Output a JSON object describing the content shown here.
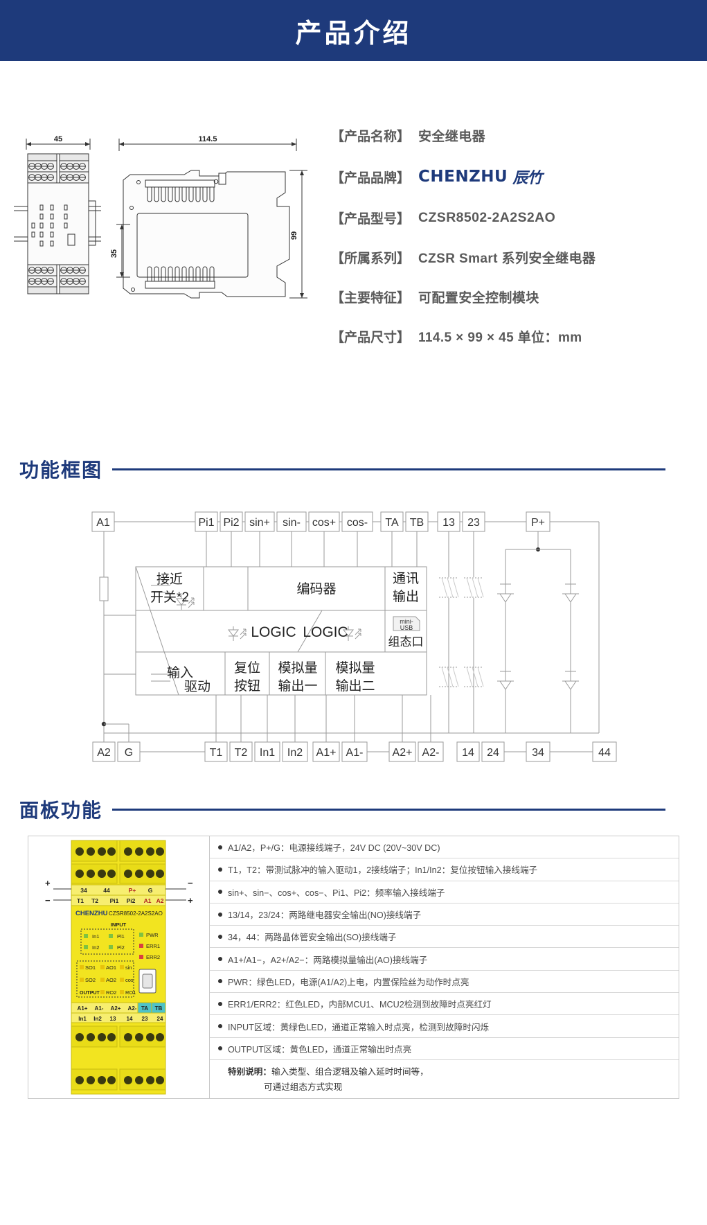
{
  "header": {
    "title": "产品介绍"
  },
  "product": {
    "specs": [
      {
        "label": "【产品名称】",
        "value": "安全继电器",
        "type": "text"
      },
      {
        "label": "【产品品牌】",
        "value": "CHENZHU 辰竹",
        "type": "logo",
        "brand_en": "CHENZHU",
        "brand_cn": "辰竹"
      },
      {
        "label": "【产品型号】",
        "value": "CZSR8502-2A2S2AO",
        "type": "text"
      },
      {
        "label": "【所属系列】",
        "value": "CZSR Smart 系列安全继电器",
        "type": "text"
      },
      {
        "label": "【主要特征】",
        "value": "可配置安全控制模块",
        "type": "text"
      },
      {
        "label": "【产品尺寸】",
        "value": "114.5 × 99 × 45    单位：mm",
        "type": "text"
      }
    ],
    "drawing": {
      "dim_width": "45",
      "dim_depth": "114.5",
      "dim_rail": "35",
      "dim_height": "99"
    }
  },
  "sections": {
    "block_diagram": {
      "title": "功能框图"
    },
    "panel_function": {
      "title": "面板功能"
    }
  },
  "diagram": {
    "top_terminals": [
      "A1",
      "Pi1",
      "Pi2",
      "sin+",
      "sin-",
      "cos+",
      "cos-",
      "TA",
      "TB",
      "13",
      "23",
      "P+"
    ],
    "bottom_terminals": [
      "A2",
      "G",
      "T1",
      "T2",
      "In1",
      "In2",
      "A1+",
      "A1-",
      "A2+",
      "A2-",
      "14",
      "24",
      "34",
      "44"
    ],
    "blocks": {
      "proximity": "接近\n开关*2",
      "proximity_l1": "接近",
      "proximity_l2": "开关*2",
      "encoder": "编码器",
      "comm_l1": "通讯",
      "comm_l2": "输出",
      "logic_left": "LOGIC",
      "logic_right": "LOGIC",
      "usb_l1": "mini-",
      "usb_l2": "USB",
      "config_port": "组态口",
      "input_drive_l1": "输入",
      "input_drive_l2": "驱动",
      "reset_l1": "复位",
      "reset_l2": "按钮",
      "ao1_l1": "模拟量",
      "ao1_l2": "输出一",
      "ao2_l1": "模拟量",
      "ao2_l2": "输出二"
    }
  },
  "panel": {
    "device": {
      "brand": "CHENZHU",
      "model": "CZSR8502-2A2S2AO",
      "top_terminal_labels_upper": [
        "34",
        "44"
      ],
      "top_terminal_labels_upper2": [
        "P+",
        "G"
      ],
      "top_terminal_labels_lower": [
        "T1",
        "T2",
        "Pi1",
        "Pi2",
        "A1",
        "A2"
      ],
      "section_input": "INPUT",
      "section_output": "OUTPUT",
      "input_rows": [
        {
          "left": "In1",
          "right": "Pi1",
          "led": "PWR"
        },
        {
          "left": "In2",
          "right": "Pi2",
          "led": "ERR1"
        }
      ],
      "out_rows": [
        {
          "a": "SO1",
          "b": "AO1",
          "c": "sin",
          "led": "ERR2"
        },
        {
          "a": "SO2",
          "b": "AO2",
          "c": "cos",
          "led": ""
        },
        {
          "a": "OUTPUT",
          "b": "RO2",
          "c": "RO1",
          "led": ""
        }
      ],
      "bottom_labels": [
        "A1+",
        "A1-",
        "A2+",
        "A2-"
      ],
      "bottom_labels2": [
        "TA",
        "TB",
        "In1",
        "In2"
      ],
      "bottom_labels3": [
        "13",
        "14",
        "23",
        "24"
      ],
      "plus_sign": "+",
      "minus_sign": "−"
    },
    "bullets": [
      "A1/A2，P+/G：电源接线端子，24V DC (20V~30V DC)",
      "T1，T2：带测试脉冲的输入驱动1，2接线端子；In1/In2：复位按钮输入接线端子",
      "sin+、sin−、cos+、cos−、Pi1、Pi2：频率输入接线端子",
      "13/14，23/24：两路继电器安全输出(NO)接线端子",
      "34，44：两路晶体管安全输出(SO)接线端子",
      "A1+/A1−，A2+/A2−：两路模拟量输出(AO)接线端子",
      "PWR：绿色LED，电源(A1/A2)上电，内置保险丝为动作时点亮",
      "ERR1/ERR2：红色LED，内部MCU1、MCU2检测到故障时点亮红灯",
      "INPUT区域：黄绿色LED，通道正常输入时点亮，检测到故障时闪烁",
      "OUTPUT区域：黄色LED，通道正常输出时点亮"
    ],
    "note": {
      "title": "特别说明：",
      "line1": "输入类型、组合逻辑及输入延时时间等，",
      "line2": "可通过组态方式实现"
    }
  },
  "colors": {
    "brand_navy": "#1e3a7b",
    "device_yellow": "#f2e420",
    "led_green": "#7fc241",
    "led_red": "#d94040"
  }
}
